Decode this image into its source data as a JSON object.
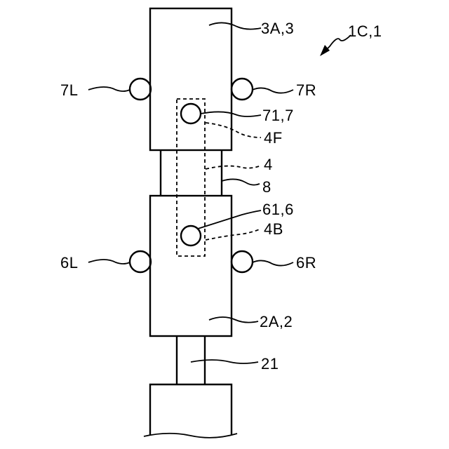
{
  "labels": {
    "upper_block": "3A,3",
    "assembly": "1C,1",
    "left_upper_sensor": "7L",
    "right_upper_sensor": "7R",
    "center_upper_sensor": "71,7",
    "front_end": "4F",
    "rod": "4",
    "cover": "8",
    "center_lower_sensor": "61,6",
    "back_end": "4B",
    "left_lower_sensor": "6L",
    "right_lower_sensor": "6R",
    "lower_block": "2A,2",
    "shaft": "21"
  }
}
